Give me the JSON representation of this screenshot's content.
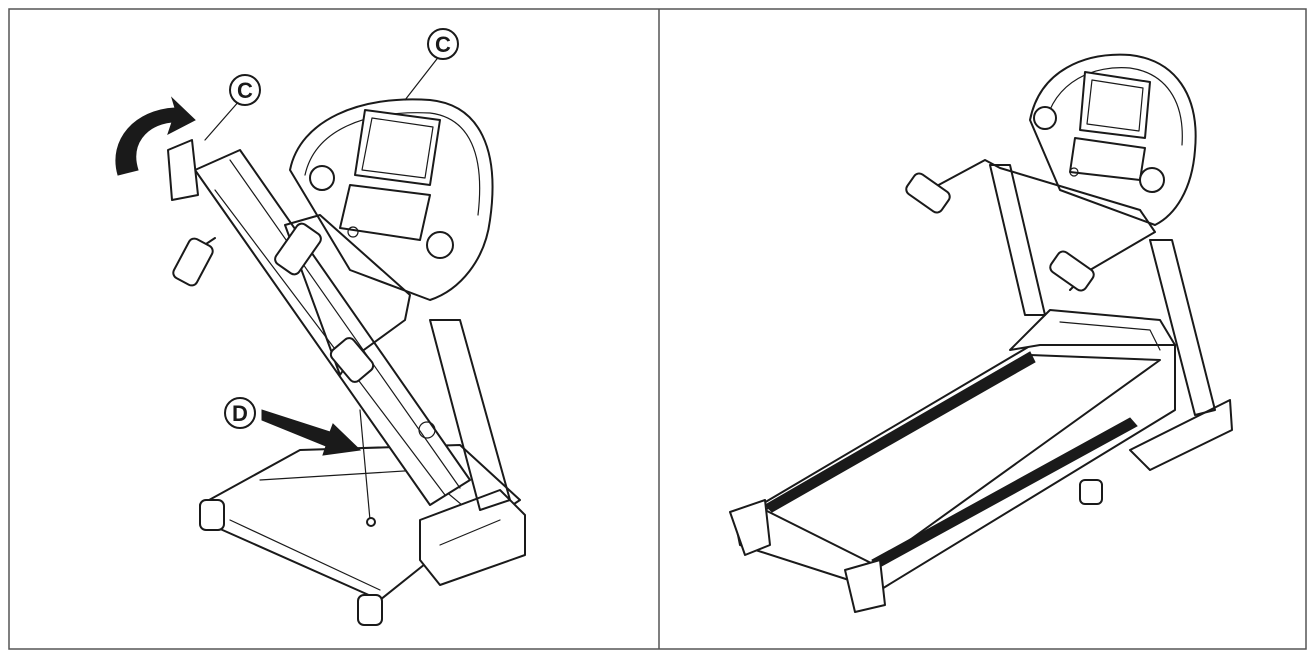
{
  "panels": [
    {
      "name": "folded-treadmill",
      "callouts": [
        {
          "label": "C"
        },
        {
          "label": "C"
        },
        {
          "label": "D"
        }
      ]
    },
    {
      "name": "unfolded-treadmill",
      "callouts": []
    }
  ],
  "colors": {
    "stroke": "#1a1a1a",
    "background": "#ffffff",
    "border": "#555555"
  }
}
